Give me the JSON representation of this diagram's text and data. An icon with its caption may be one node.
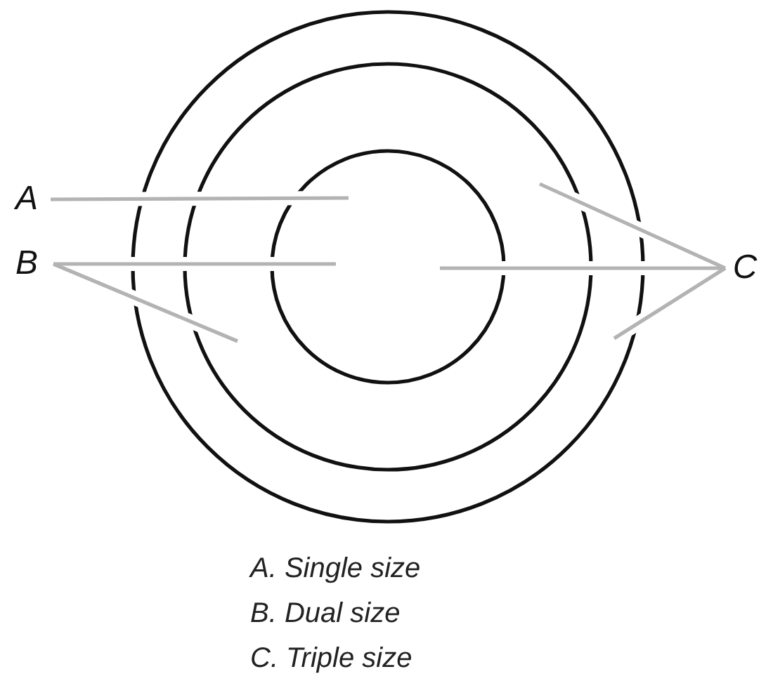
{
  "diagram": {
    "nodes": [
      {
        "text": [
          "A"
        ]
      },
      {
        "text": [
          "B"
        ]
      },
      {
        "text": [
          "C"
        ]
      },
      {
        "text": [],
        "shape": "circle"
      },
      {
        "text": [],
        "shape": "circle",
        "in": 3
      },
      {
        "text": [],
        "shape": "circle",
        "in": 4
      }
    ],
    "edges": [
      {
        "from": 0,
        "to": 5,
        "arrow": "none"
      },
      {
        "from": 1,
        "to": 5,
        "arrow": "none"
      },
      {
        "from": 1,
        "to": 4,
        "arrow": "none"
      },
      {
        "from": 2,
        "to": 4,
        "arrow": "none"
      },
      {
        "from": 2,
        "to": 5,
        "arrow": "none"
      },
      {
        "from": 2,
        "to": 3,
        "arrow": "none"
      }
    ],
    "labels": [
      "A. Single size",
      "B. Dual size",
      "C. Triple size"
    ]
  }
}
